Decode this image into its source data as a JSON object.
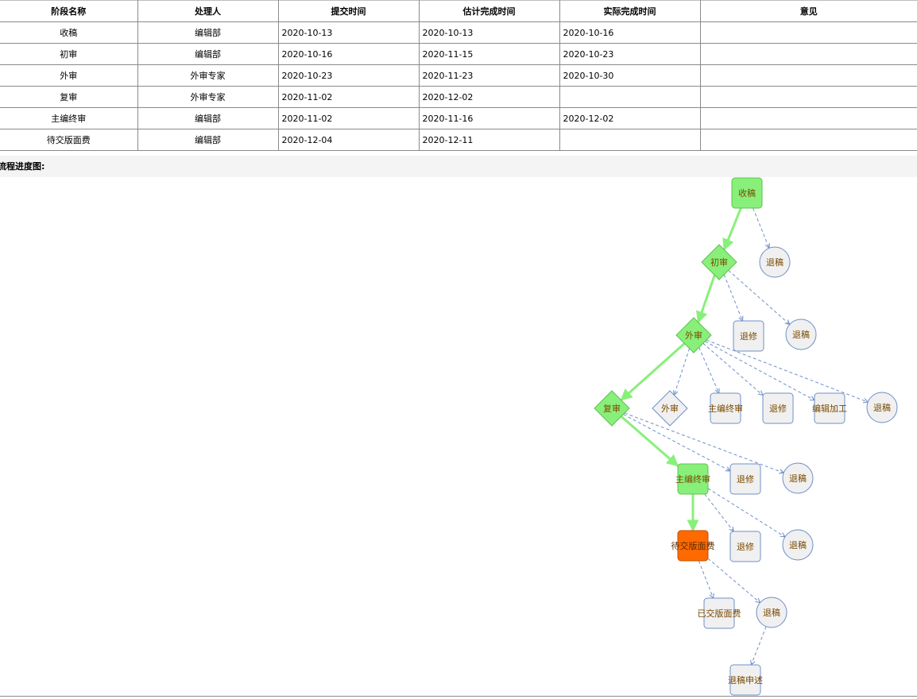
{
  "table": {
    "headers": [
      "阶段名称",
      "处理人",
      "提交时间",
      "估计完成时间",
      "实际完成时间",
      "意见"
    ],
    "rows": [
      [
        "收稿",
        "编辑部",
        "2020-10-13",
        "2020-10-13",
        "2020-10-16",
        ""
      ],
      [
        "初审",
        "编辑部",
        "2020-10-16",
        "2020-11-15",
        "2020-10-23",
        ""
      ],
      [
        "外审",
        "外审专家",
        "2020-10-23",
        "2020-11-23",
        "2020-10-30",
        ""
      ],
      [
        "复审",
        "外审专家",
        "2020-11-02",
        "2020-12-02",
        "",
        ""
      ],
      [
        "主编终审",
        "编辑部",
        "2020-11-02",
        "2020-11-16",
        "2020-12-02",
        ""
      ],
      [
        "待交版面费",
        "编辑部",
        "2020-12-04",
        "2020-12-11",
        "",
        ""
      ]
    ]
  },
  "flow_title": "流程进度图:",
  "colors": {
    "done": "#88f07a",
    "done_border": "#5cc24e",
    "current": "#ff6a00",
    "pending": "#f0f0f0",
    "pending_border": "#6f8fc9",
    "path": "#88f07a",
    "dashed": "#6f8fc9",
    "label": "#7a4a00"
  },
  "diagram": {
    "nodes": [
      {
        "id": "n_receive",
        "label": "收稿",
        "shape": "rect",
        "state": "done"
      },
      {
        "id": "n_reject1",
        "label": "退稿",
        "shape": "circle",
        "state": "pending"
      },
      {
        "id": "n_first",
        "label": "初审",
        "shape": "diamond",
        "state": "done"
      },
      {
        "id": "n_revise1",
        "label": "退修",
        "shape": "rect",
        "state": "pending"
      },
      {
        "id": "n_reject2",
        "label": "退稿",
        "shape": "circle",
        "state": "pending"
      },
      {
        "id": "n_external",
        "label": "外审",
        "shape": "diamond",
        "state": "done"
      },
      {
        "id": "n_review",
        "label": "复审",
        "shape": "diamond",
        "state": "done"
      },
      {
        "id": "n_external2",
        "label": "外审",
        "shape": "diamond",
        "state": "pending"
      },
      {
        "id": "n_final_a",
        "label": "主编终审",
        "shape": "rect",
        "state": "pending"
      },
      {
        "id": "n_revise2",
        "label": "退修",
        "shape": "rect",
        "state": "pending"
      },
      {
        "id": "n_edit",
        "label": "编辑加工",
        "shape": "rect",
        "state": "pending"
      },
      {
        "id": "n_reject3",
        "label": "退稿",
        "shape": "circle",
        "state": "pending"
      },
      {
        "id": "n_final",
        "label": "主编终审",
        "shape": "rect",
        "state": "done"
      },
      {
        "id": "n_revise3",
        "label": "退修",
        "shape": "rect",
        "state": "pending"
      },
      {
        "id": "n_reject4",
        "label": "退稿",
        "shape": "circle",
        "state": "pending"
      },
      {
        "id": "n_fee",
        "label": "待交版面费",
        "shape": "rect",
        "state": "current"
      },
      {
        "id": "n_revise4",
        "label": "退修",
        "shape": "rect",
        "state": "pending"
      },
      {
        "id": "n_reject5",
        "label": "退稿",
        "shape": "circle",
        "state": "pending"
      },
      {
        "id": "n_paid",
        "label": "已交版面费",
        "shape": "rect",
        "state": "pending"
      },
      {
        "id": "n_reject6",
        "label": "退稿",
        "shape": "circle",
        "state": "pending"
      },
      {
        "id": "n_appeal",
        "label": "退稿申述",
        "shape": "rect",
        "state": "pending"
      }
    ],
    "edges": [
      {
        "from": "n_receive",
        "to": "n_first",
        "style": "path"
      },
      {
        "from": "n_receive",
        "to": "n_reject1",
        "style": "dashed"
      },
      {
        "from": "n_first",
        "to": "n_external",
        "style": "path"
      },
      {
        "from": "n_first",
        "to": "n_revise1",
        "style": "dashed"
      },
      {
        "from": "n_first",
        "to": "n_reject2",
        "style": "dashed"
      },
      {
        "from": "n_external",
        "to": "n_review",
        "style": "path"
      },
      {
        "from": "n_external",
        "to": "n_external2",
        "style": "dashed"
      },
      {
        "from": "n_external",
        "to": "n_final_a",
        "style": "dashed"
      },
      {
        "from": "n_external",
        "to": "n_revise2",
        "style": "dashed"
      },
      {
        "from": "n_external",
        "to": "n_edit",
        "style": "dashed"
      },
      {
        "from": "n_external",
        "to": "n_reject3",
        "style": "dashed"
      },
      {
        "from": "n_review",
        "to": "n_final",
        "style": "path"
      },
      {
        "from": "n_review",
        "to": "n_revise3",
        "style": "dashed"
      },
      {
        "from": "n_review",
        "to": "n_reject4",
        "style": "dashed"
      },
      {
        "from": "n_final",
        "to": "n_fee",
        "style": "path"
      },
      {
        "from": "n_final",
        "to": "n_revise4",
        "style": "dashed"
      },
      {
        "from": "n_final",
        "to": "n_reject5",
        "style": "dashed"
      },
      {
        "from": "n_fee",
        "to": "n_paid",
        "style": "dashed"
      },
      {
        "from": "n_fee",
        "to": "n_reject6",
        "style": "dashed"
      },
      {
        "from": "n_reject6",
        "to": "n_appeal",
        "style": "dashed"
      }
    ]
  }
}
